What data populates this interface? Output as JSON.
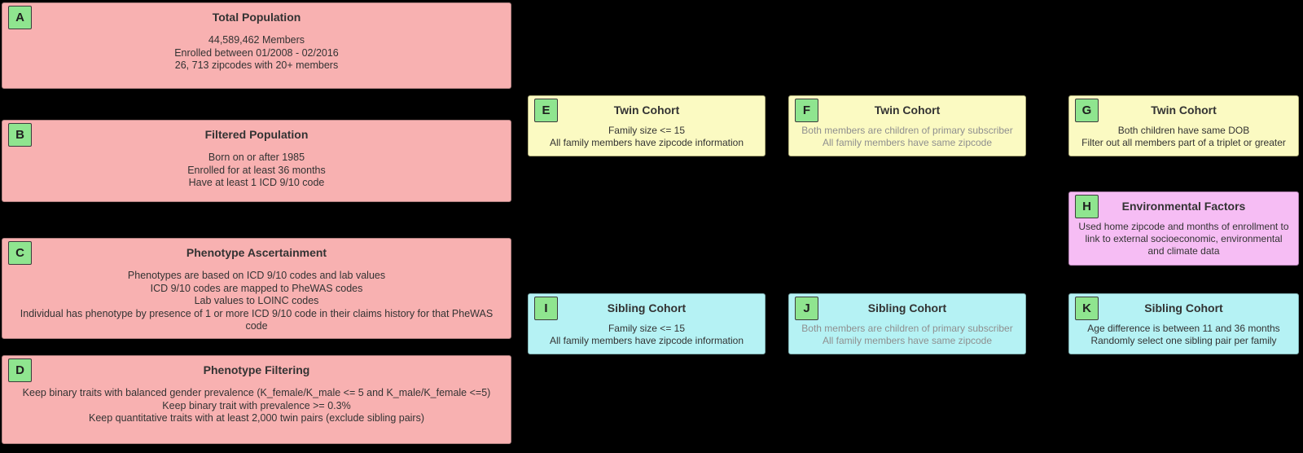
{
  "diagram_title": "Cohort construction flowchart",
  "colors": {
    "background": "#000000",
    "population_box": "#f8b1b1",
    "twin_cohort_box": "#fbfac2",
    "sibling_cohort_box": "#b5f2f4",
    "environment_box": "#f6bdf4",
    "badge_green": "#8fe58f",
    "text_dark": "#333333",
    "text_muted": "#8f8f8f"
  },
  "nodes": {
    "A": {
      "label": "A",
      "title": "Total Population",
      "lines": [
        "44,589,462 Members",
        "Enrolled between 01/2008 - 02/2016",
        "26, 713 zipcodes with 20+ members"
      ]
    },
    "B": {
      "label": "B",
      "title": "Filtered Population",
      "lines": [
        "Born on or after 1985",
        "Enrolled for at least 36 months",
        "Have at least 1 ICD 9/10 code"
      ]
    },
    "C": {
      "label": "C",
      "title": "Phenotype Ascertainment",
      "lines": [
        "Phenotypes are based on ICD 9/10 codes and lab values",
        "ICD 9/10 codes are mapped to PheWAS codes",
        "Lab values to LOINC codes",
        "Individual has phenotype by presence of 1 or more ICD 9/10 code in their claims history for that PheWAS code"
      ]
    },
    "D": {
      "label": "D",
      "title": "Phenotype Filtering",
      "lines": [
        "Keep binary traits with balanced gender prevalence (K_female/K_male <= 5 and K_male/K_female <=5)",
        "Keep binary trait with prevalence >= 0.3%",
        "Keep quantitative traits with at least 2,000 twin pairs (exclude sibling pairs)"
      ]
    },
    "E": {
      "label": "E",
      "title": "Twin Cohort",
      "lines": [
        "Family size <= 15",
        "All family members have zipcode information"
      ]
    },
    "F": {
      "label": "F",
      "title": "Twin Cohort",
      "lines": [
        "Both members are children of primary subscriber",
        "All family members have same zipcode"
      ]
    },
    "G": {
      "label": "G",
      "title": "Twin Cohort",
      "lines": [
        "Both children have same DOB",
        "Filter out all members part of a triplet or greater"
      ]
    },
    "H": {
      "label": "H",
      "title": "Environmental Factors",
      "lines": [
        "Used home zipcode and months of enrollment to link to external socioeconomic, environmental and climate data"
      ]
    },
    "I": {
      "label": "I",
      "title": "Sibling Cohort",
      "lines": [
        "Family size <= 15",
        "All family members have zipcode information"
      ]
    },
    "J": {
      "label": "J",
      "title": "Sibling Cohort",
      "lines": [
        "Both members are children of primary subscriber",
        "All family members have same zipcode"
      ]
    },
    "K": {
      "label": "K",
      "title": "Sibling Cohort",
      "lines": [
        "Age difference is between 11 and 36 months",
        "Randomly select one sibling pair per family"
      ]
    }
  }
}
